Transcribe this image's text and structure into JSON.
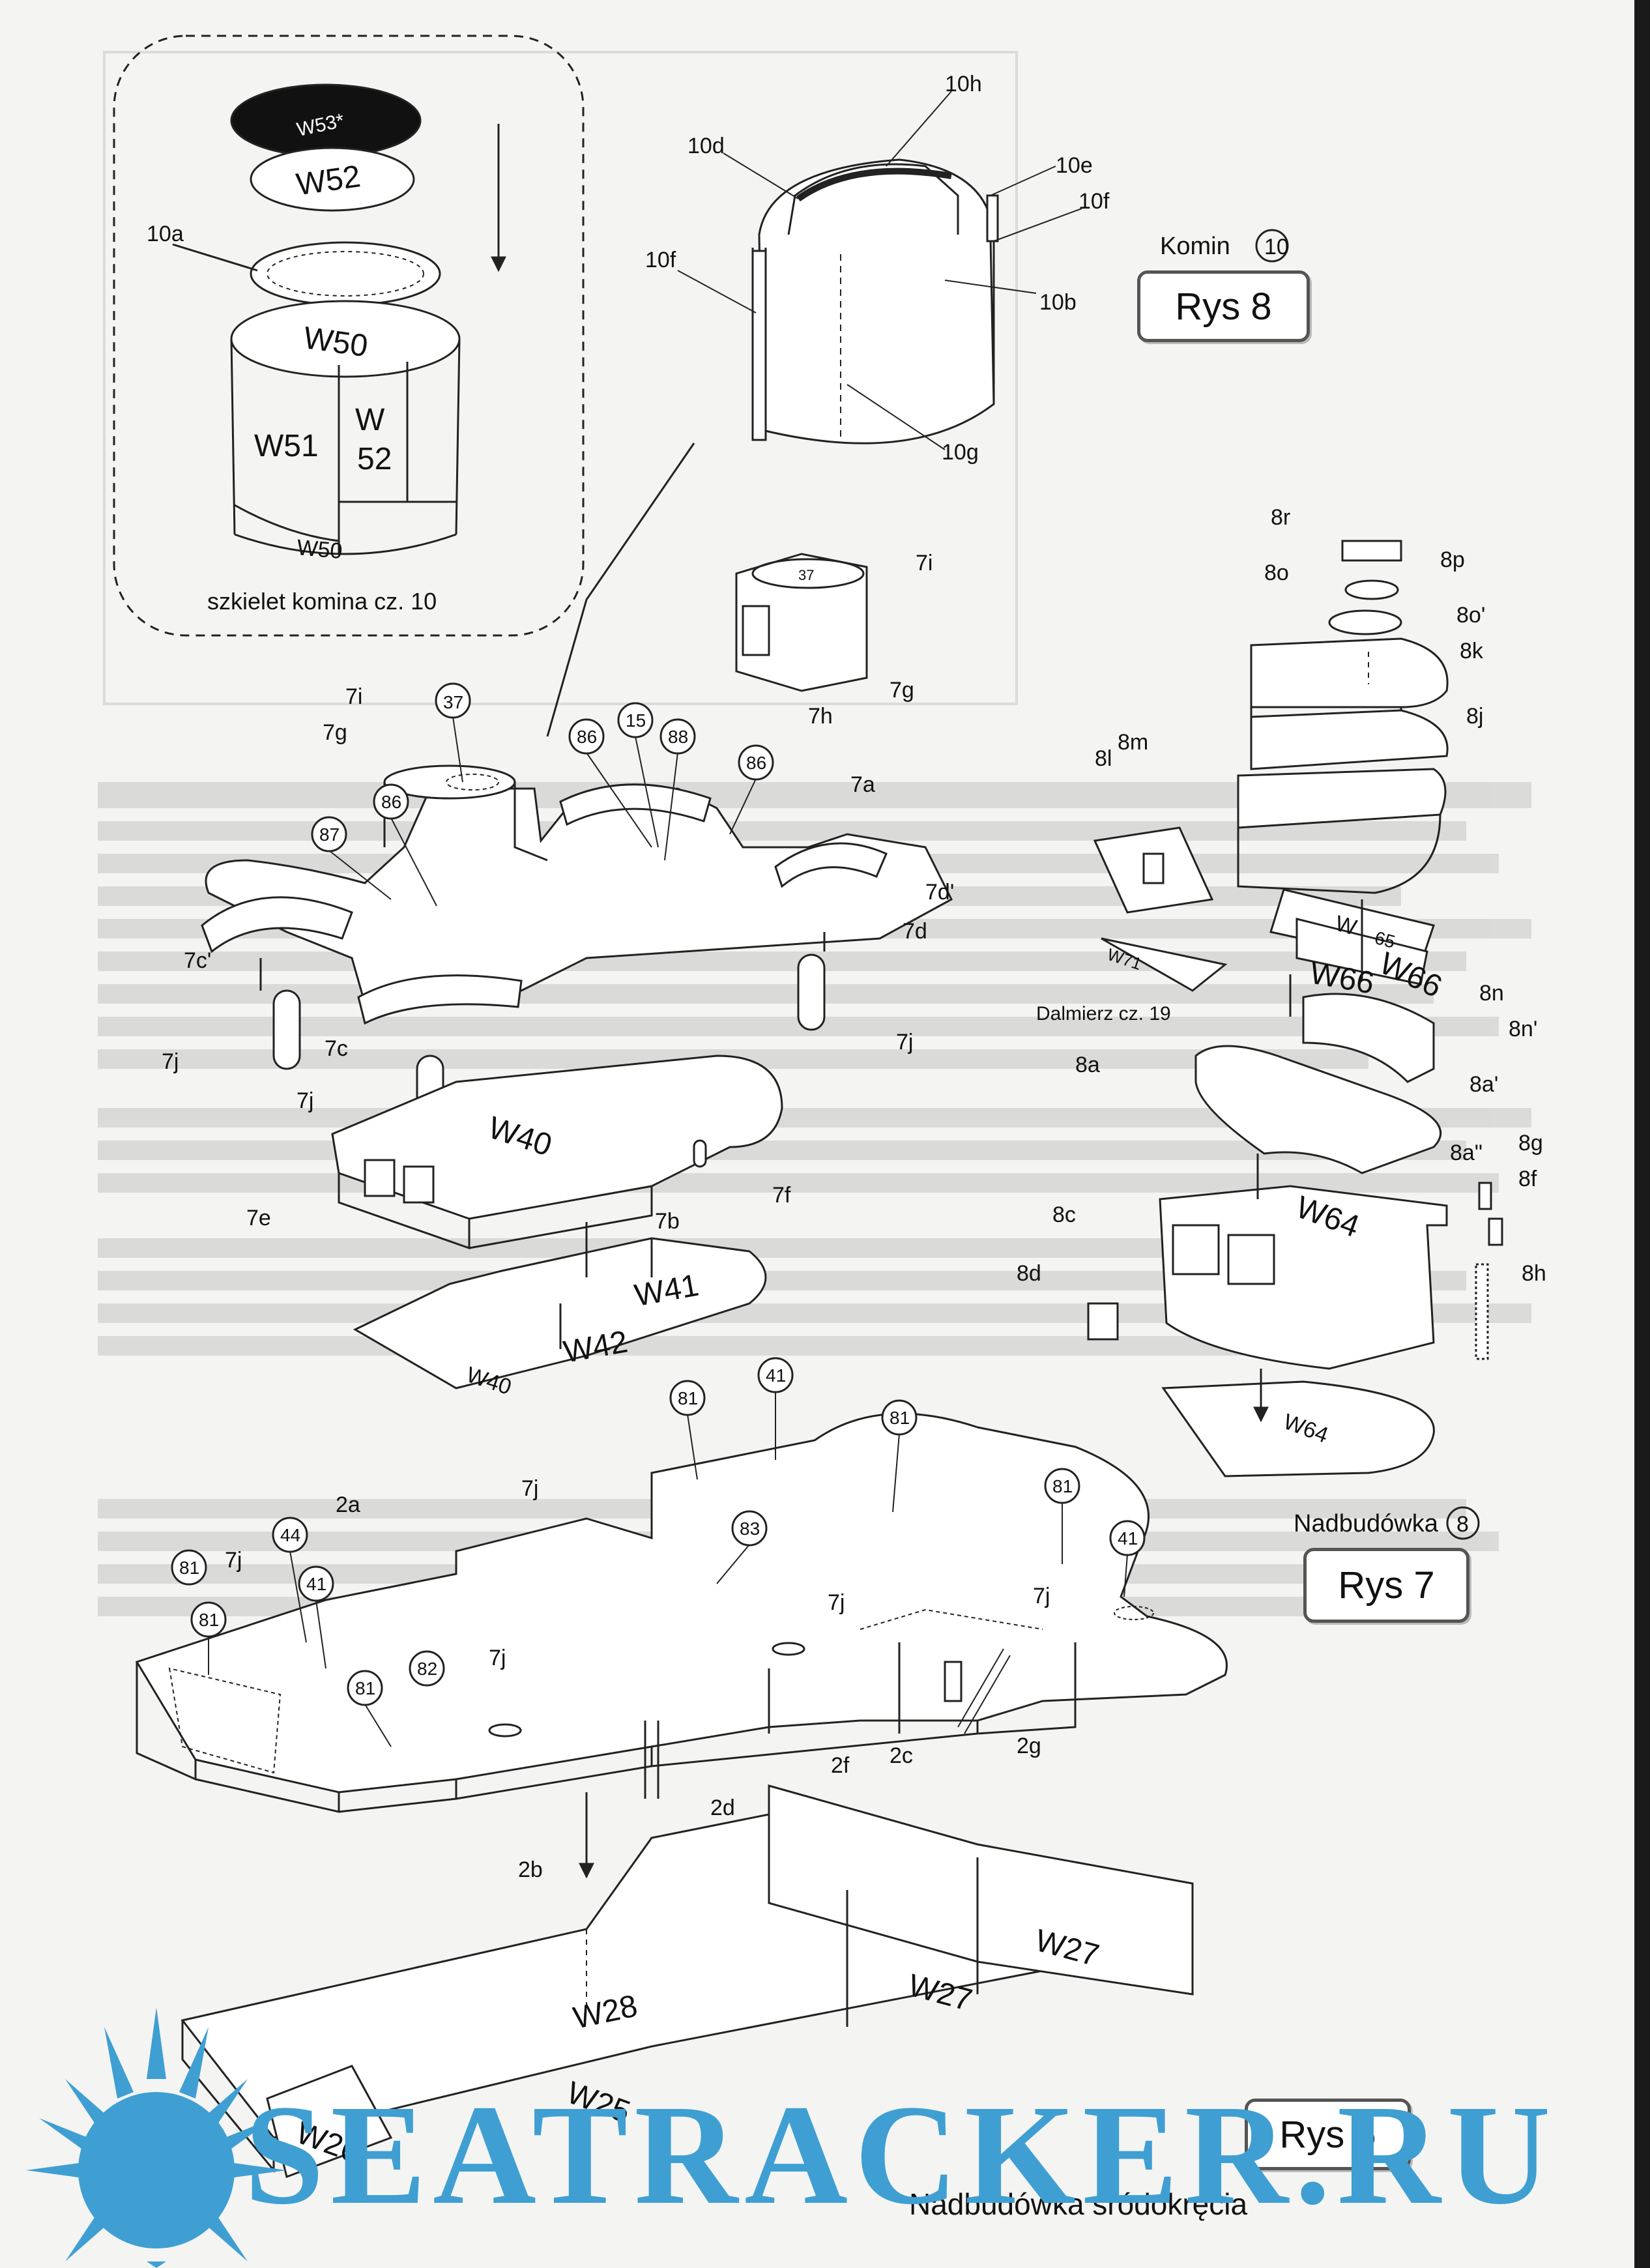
{
  "skeleton": {
    "caption": "szkielet komina cz. 10",
    "parts": [
      "W53*",
      "W52",
      "W50",
      "W51",
      "W",
      "52",
      "W50"
    ],
    "label_10a": "10a"
  },
  "funnel": {
    "title": "Komin",
    "number": "10",
    "rys": "Rys 8",
    "labels": [
      "10h",
      "10d",
      "10e",
      "10f",
      "10f",
      "10b",
      "10g"
    ]
  },
  "superstructure_8": {
    "title": "Nadbudówka",
    "number": "8",
    "rys": "Rys 7",
    "rangefinder": "Dalmierz cz. 19",
    "labels": [
      "8r",
      "8p",
      "8o",
      "8o'",
      "8k",
      "8j",
      "8l",
      "8m",
      "8n",
      "8n'",
      "8a",
      "8a'",
      "8a\"",
      "8g",
      "8f",
      "8c",
      "8d",
      "8h"
    ],
    "parts": [
      "W",
      "65",
      "W66",
      "W66",
      "W71",
      "W64",
      "W64"
    ]
  },
  "superstructure_7": {
    "labels": [
      "7i",
      "7g",
      "7h",
      "7i",
      "7g",
      "7a",
      "7d'",
      "7d",
      "7c'",
      "7c",
      "7j",
      "7j",
      "7j",
      "7e",
      "7b",
      "7f"
    ],
    "circled": [
      "37",
      "87",
      "86",
      "86",
      "15",
      "88",
      "86",
      "37"
    ],
    "parts": [
      "W40",
      "W41",
      "W42",
      "W40"
    ]
  },
  "deck_2": {
    "labels": [
      "2a",
      "7j",
      "7j",
      "7j",
      "7j",
      "7j",
      "2b",
      "2d",
      "2f",
      "2c",
      "2g"
    ],
    "circled": [
      "81",
      "41",
      "81",
      "44",
      "41",
      "81",
      "83",
      "81",
      "41",
      "81",
      "81",
      "82"
    ]
  },
  "midship": {
    "title": "Nadbudówka śródokręcia",
    "rys": "Rys 6",
    "parts": [
      "W28",
      "W27",
      "W27",
      "W25",
      "W26"
    ]
  },
  "watermark": "SEATRACKER.RU",
  "colors": {
    "ink": "#111111",
    "line": "#222222",
    "watermark": "#3f9fd2",
    "paper": "#f4f4f2"
  }
}
